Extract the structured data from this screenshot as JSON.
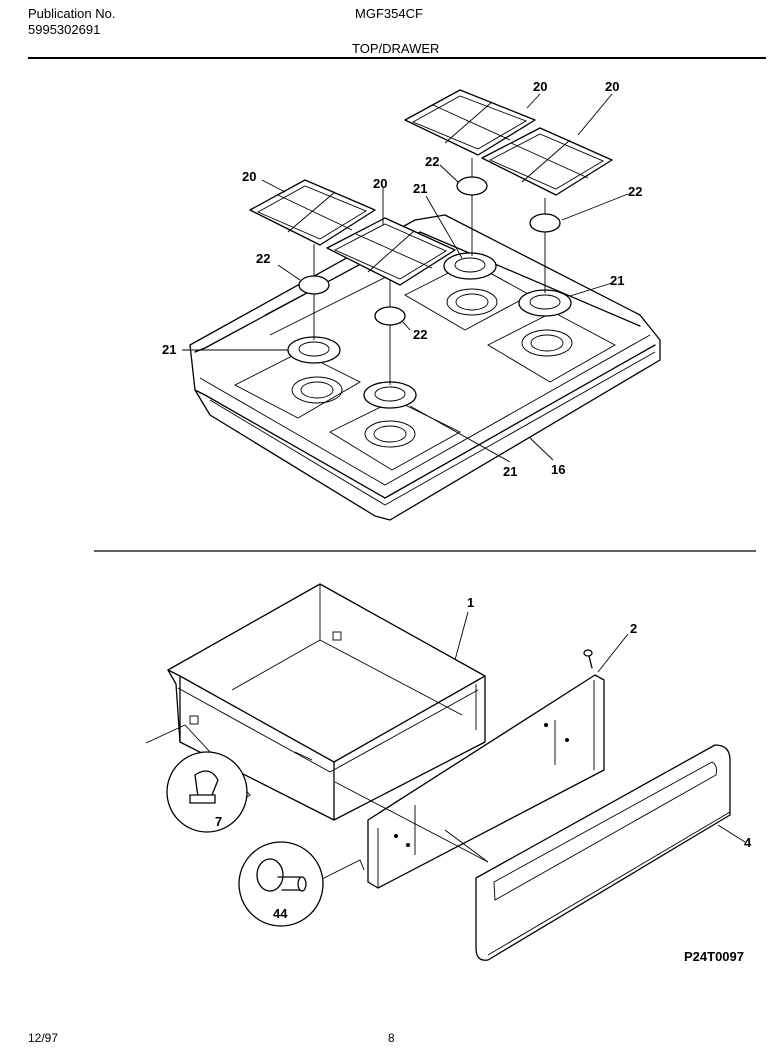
{
  "header": {
    "publication_label": "Publication No.",
    "publication_number": "5995302691",
    "model": "MGF354CF",
    "section_title": "TOP/DRAWER"
  },
  "callouts": {
    "top": [
      "20",
      "20",
      "20",
      "20",
      "22",
      "22",
      "22",
      "22",
      "21",
      "21",
      "21",
      "21",
      "21",
      "16"
    ],
    "drawer": [
      "1",
      "2",
      "4",
      "7",
      "44"
    ]
  },
  "diagram_code": "P24T0097",
  "footer": {
    "date": "12/97",
    "page": "8"
  }
}
